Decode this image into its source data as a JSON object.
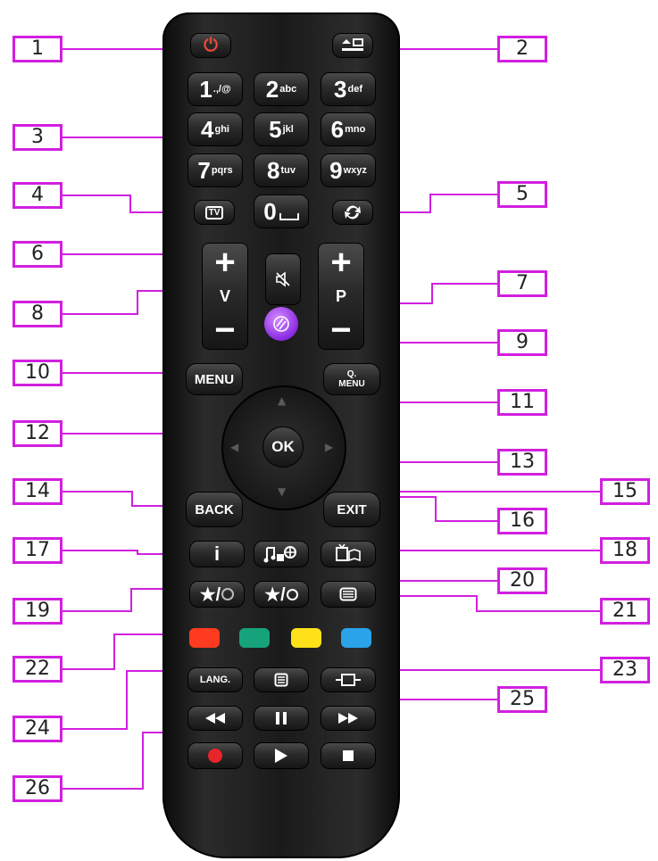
{
  "callouts": [
    {
      "n": "1"
    },
    {
      "n": "2"
    },
    {
      "n": "3"
    },
    {
      "n": "4"
    },
    {
      "n": "5"
    },
    {
      "n": "6"
    },
    {
      "n": "7"
    },
    {
      "n": "8"
    },
    {
      "n": "9"
    },
    {
      "n": "10"
    },
    {
      "n": "11"
    },
    {
      "n": "12"
    },
    {
      "n": "13"
    },
    {
      "n": "14"
    },
    {
      "n": "15"
    },
    {
      "n": "16"
    },
    {
      "n": "17"
    },
    {
      "n": "18"
    },
    {
      "n": "19"
    },
    {
      "n": "20"
    },
    {
      "n": "21"
    },
    {
      "n": "22"
    },
    {
      "n": "23"
    },
    {
      "n": "24"
    },
    {
      "n": "25"
    },
    {
      "n": "26"
    }
  ],
  "keys": {
    "k1": {
      "d": "1",
      "s": ".,/@"
    },
    "k2": {
      "d": "2",
      "s": "abc"
    },
    "k3": {
      "d": "3",
      "s": "def"
    },
    "k4": {
      "d": "4",
      "s": "ghi"
    },
    "k5": {
      "d": "5",
      "s": "jkl"
    },
    "k6": {
      "d": "6",
      "s": "mno"
    },
    "k7": {
      "d": "7",
      "s": "pqrs"
    },
    "k8": {
      "d": "8",
      "s": "tuv"
    },
    "k9": {
      "d": "9",
      "s": "wxyz"
    },
    "k0": {
      "d": "0"
    }
  },
  "labels": {
    "tv": "TV",
    "plus": "+",
    "minus": "−",
    "v": "V",
    "p": "P",
    "menu": "MENU",
    "q": "Q.",
    "qmenu": "MENU",
    "ok": "OK",
    "back": "BACK",
    "exit": "EXIT",
    "info": "i",
    "fav1": "★/",
    "fav2": "★/",
    "lang": "LANG.",
    "power": "⏻"
  },
  "colors": {
    "accent": "#d21fe0",
    "red": "#ff3b1f",
    "green": "#16a37b",
    "yellow": "#ffe11a",
    "blue": "#2aa3e8",
    "record": "#e8252a",
    "power": "#e84a3a",
    "smart": "#b25cff"
  }
}
